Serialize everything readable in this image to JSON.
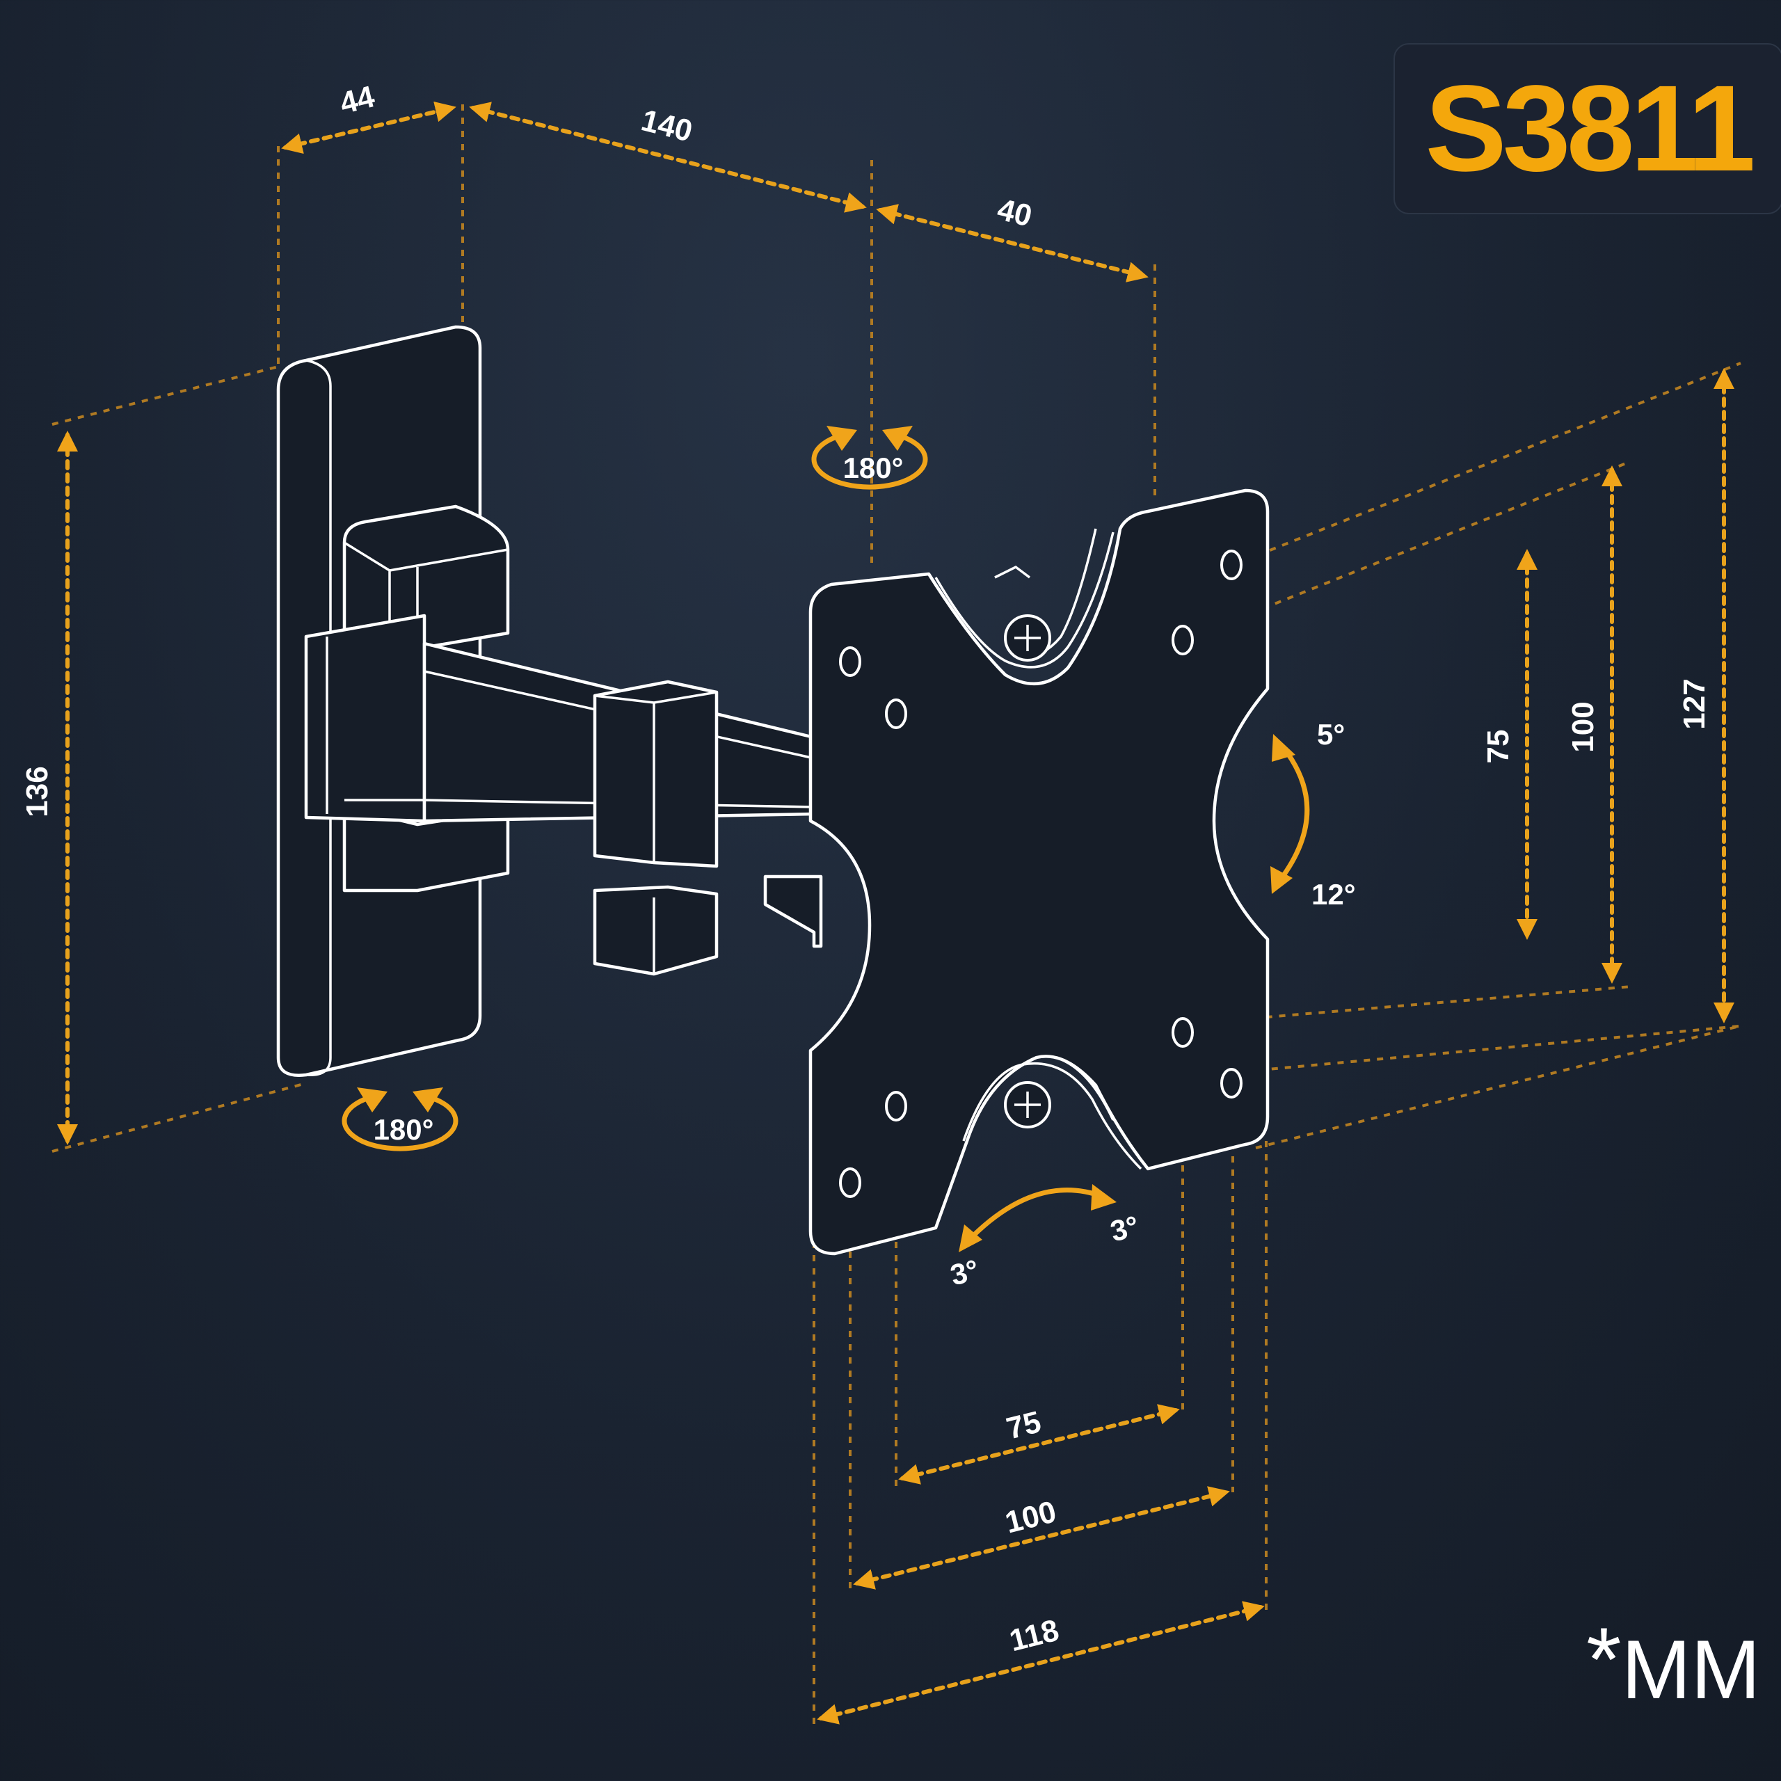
{
  "model": "S3811",
  "unit_star": "*",
  "unit": "MM",
  "colors": {
    "accent": "#f4a70c",
    "background": "#1a2331",
    "line": "#ffffff"
  },
  "dimensions": {
    "wall_plate_depth": "44",
    "arm_length": "140",
    "plate_offset": "40",
    "wall_plate_height": "136",
    "vesa_small_height": "75",
    "vesa_large_height": "100",
    "plate_height": "127",
    "vesa_small_width": "75",
    "vesa_large_width": "100",
    "plate_width": "118"
  },
  "angles": {
    "swivel_top": "180°",
    "swivel_bottom": "180°",
    "tilt_up": "5°",
    "tilt_down": "12°",
    "rotate_left": "3°",
    "rotate_right": "3°"
  }
}
